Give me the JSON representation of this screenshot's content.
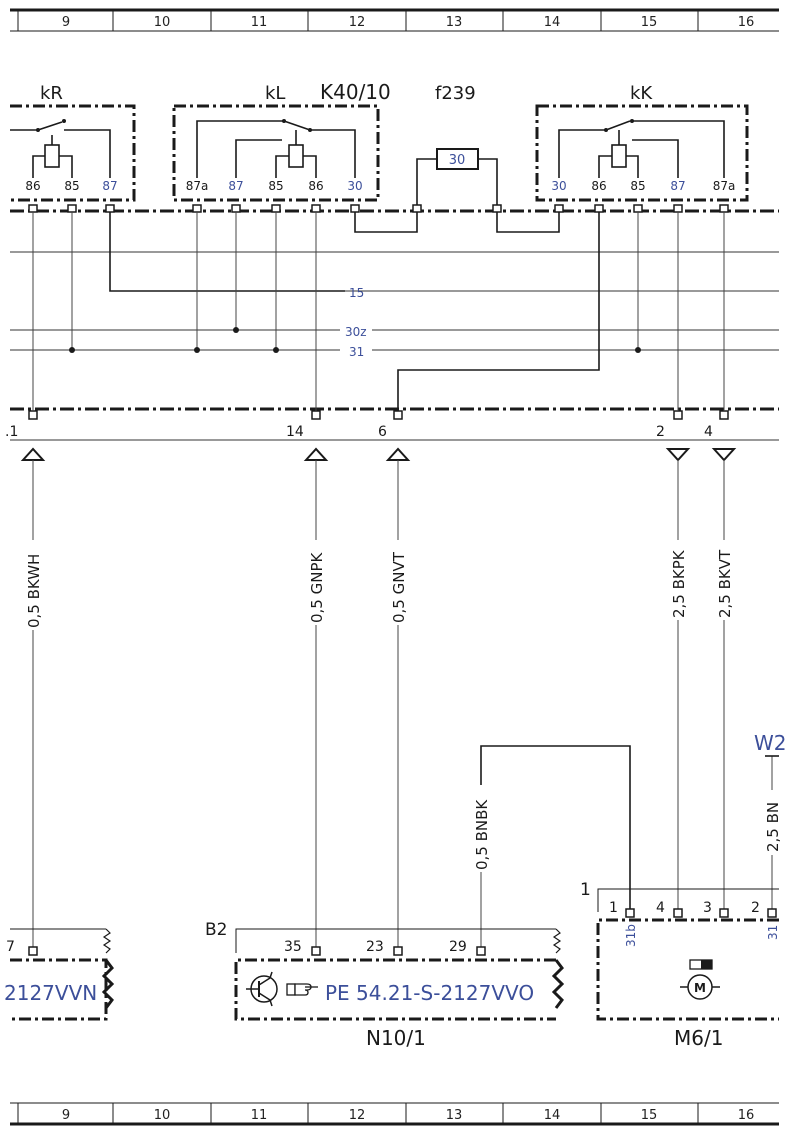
{
  "grid_numbers": [
    "9",
    "10",
    "11",
    "12",
    "13",
    "14",
    "15",
    "16"
  ],
  "relay_module": {
    "name": "K40/10",
    "relay_kr": "kR",
    "relay_kl": "kL",
    "relay_kk": "kK",
    "kr_pins": [
      "86",
      "85",
      "87"
    ],
    "kl_pins": [
      "87a",
      "87",
      "85",
      "86",
      "30"
    ],
    "kk_pins": [
      "30",
      "86",
      "85",
      "87",
      "87a"
    ]
  },
  "fuse": {
    "name": "f239",
    "value": "30"
  },
  "bus_lines": {
    "l15": "15",
    "l30z": "30z",
    "l31": "31"
  },
  "connector_pins": {
    "p1": ".1",
    "p14": "14",
    "p6": "6",
    "p2": "2",
    "p4": "4"
  },
  "wires": {
    "w1": "0,5 BKWH",
    "w2": "0,5 GNPK",
    "w3": "0,5 GNVT",
    "w4": "2,5 BKPK",
    "w5": "2,5 BKVT",
    "w6": "0,5 BNBK",
    "w7": "2,5 BN"
  },
  "ground_ref": "W2",
  "n10": {
    "name": "N10/1",
    "sub": "B2",
    "ref": "PE 54.21-S-2127VVO",
    "ref_left": "2127VVN",
    "pin_left": "7",
    "pins": [
      "35",
      "23",
      "29"
    ]
  },
  "m6": {
    "name": "M6/1",
    "num": "1",
    "pins": [
      "1",
      "4",
      "3",
      "2"
    ],
    "sub1": "31b",
    "sub2": "31",
    "motor": "M"
  }
}
